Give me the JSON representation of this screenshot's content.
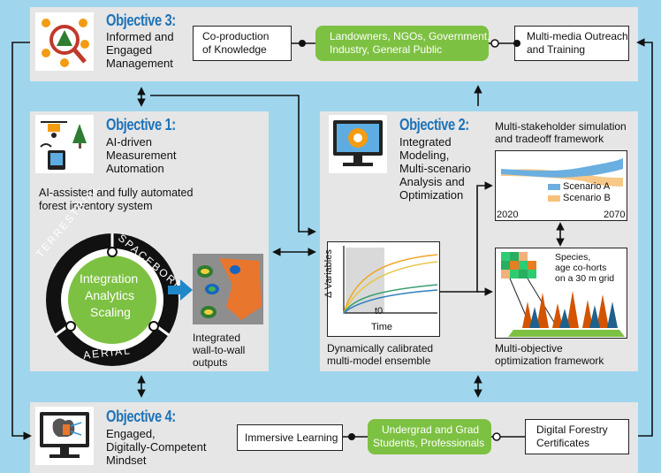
{
  "objective3": {
    "title": "Objective 3:",
    "desc_lines": [
      "Informed and",
      "Engaged",
      "Management"
    ],
    "left_box_lines": [
      "Co-production",
      "of Knowledge"
    ],
    "pill_lines": [
      "Landowners, NGOs, Government,",
      "Industry, General Public"
    ],
    "right_box_lines": [
      "Multi-media Outreach",
      "and Training"
    ]
  },
  "objective1": {
    "title": "Objective 1:",
    "desc_lines": [
      "AI-driven",
      "Measurement",
      "Automation"
    ],
    "subtitle_lines": [
      "AI-assisted and fully automated",
      "forest inventory system"
    ],
    "ring_labels": [
      "TERRESTRIAL",
      "SPACEBORN",
      "AERIAL"
    ],
    "center_lines": [
      "Integration",
      "Analytics",
      "Scaling"
    ],
    "output_lines": [
      "Integrated",
      "wall-to-wall",
      "outputs"
    ]
  },
  "objective2": {
    "title": "Objective 2:",
    "desc_lines": [
      "Integrated",
      "Modeling,",
      "Multi-scenario",
      "Analysis and",
      "Optimization"
    ],
    "sim_label_lines": [
      "Multi-stakeholder simulation",
      "and tradeoff framework"
    ],
    "ensemble_label_lines": [
      "Dynamically calibrated",
      "multi-model ensemble"
    ],
    "optim_label_lines": [
      "Multi-objective",
      "optimization framework"
    ],
    "grid_label_lines": [
      "Species,",
      "age co-horts",
      "on a 30 m grid"
    ]
  },
  "objective4": {
    "title": "Objective 4:",
    "desc_lines": [
      "Engaged,",
      "Digitally-Competent",
      "Mindset"
    ],
    "left_box": "Immersive Learning",
    "pill_lines": [
      "Undergrad and Grad",
      "Students, Professionals"
    ],
    "right_box_lines": [
      "Digital Forestry",
      "Certificates"
    ]
  },
  "chart_data": [
    {
      "type": "area",
      "x": [
        2020,
        2070
      ],
      "xlabel_ticks": [
        "2020",
        "2070"
      ],
      "series": [
        {
          "name": "Scenario A",
          "color": "#6baee0"
        },
        {
          "name": "Scenario B",
          "color": "#f6c27a"
        }
      ]
    },
    {
      "type": "line",
      "ylabel": "Δ Variables",
      "xlabel": "Time",
      "x_marker": "t0",
      "series_colors": [
        "#f0a626",
        "#e8c64a",
        "#3aa070",
        "#2f7fc0"
      ]
    }
  ],
  "colors": {
    "background": "#9fd6ee",
    "panel": "#e6e6e6",
    "accent_title": "#1e73b8",
    "pill_green": "#7dc142"
  }
}
